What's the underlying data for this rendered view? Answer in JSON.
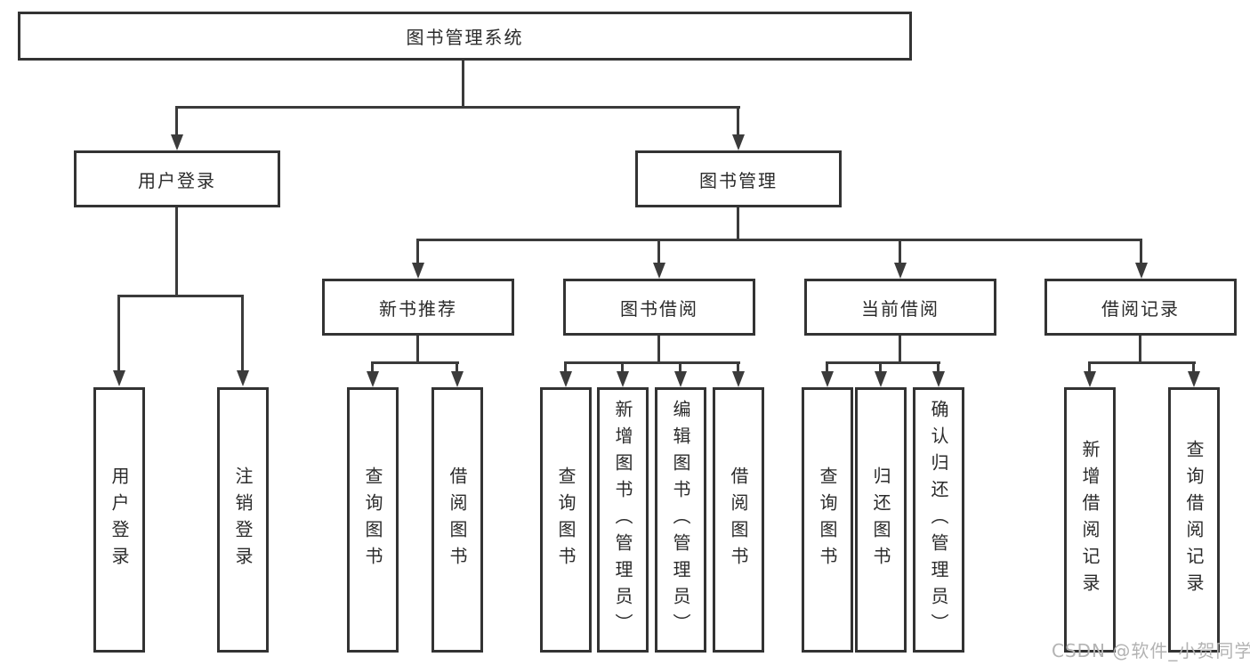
{
  "diagram": {
    "title": "图书管理系统",
    "root": "图书管理系统",
    "level2": [
      "用户登录",
      "图书管理"
    ],
    "level3": [
      "新书推荐",
      "图书借阅",
      "当前借阅",
      "借阅记录"
    ],
    "leaves": [
      "用户登录",
      "注销登录",
      "查询图书",
      "借阅图书",
      "查询图书",
      "新增图书（管理员）",
      "编辑图书（管理员）",
      "借阅图书",
      "查询图书",
      "归还图书",
      "确认归还（管理员）",
      "新增借阅记录",
      "查询借阅记录"
    ]
  },
  "watermark": "CSDN @软件_小贺同学",
  "colors": {
    "line": "#3b3b3b",
    "border": "#333333",
    "text": "#2b2b2b",
    "watermark": "#b3b3b3"
  }
}
